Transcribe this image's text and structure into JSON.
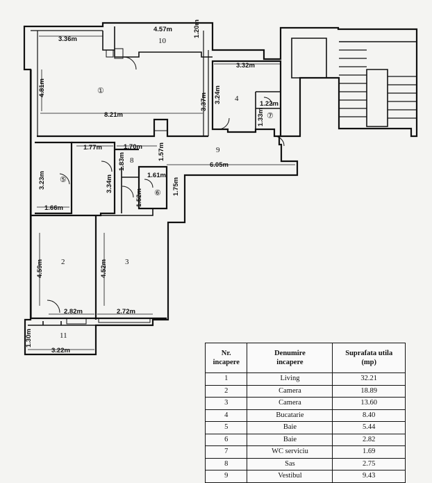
{
  "plan": {
    "rooms": [
      {
        "id": "1",
        "label": "①"
      },
      {
        "id": "2",
        "label": "2"
      },
      {
        "id": "3",
        "label": "3"
      },
      {
        "id": "4",
        "label": "4"
      },
      {
        "id": "5",
        "label": "⑤"
      },
      {
        "id": "6",
        "label": "⑥"
      },
      {
        "id": "7",
        "label": "⑦"
      },
      {
        "id": "8",
        "label": "8"
      },
      {
        "id": "9",
        "label": "9"
      },
      {
        "id": "10",
        "label": "10"
      },
      {
        "id": "11",
        "label": "11"
      }
    ],
    "dimensions": [
      "3.36m",
      "4.57m",
      "1.20m",
      "3.32m",
      "4.81m",
      "8.21m",
      "3.37m",
      "3.24m",
      "1.22m",
      "1.33m",
      "1.77m",
      "1.70m",
      "1.57m",
      "1.83m",
      "6.05m",
      "3.23m",
      "3.34m",
      "1.61m",
      "1.75m",
      "1.52m",
      "1.66m",
      "4.59m",
      "4.52m",
      "2.82m",
      "2.72m",
      "1.30m",
      "3.22m"
    ]
  },
  "legend": {
    "headers": {
      "number": [
        "Nr.",
        "incapere"
      ],
      "name": [
        "Denumire",
        "incapere"
      ],
      "area": [
        "Suprafata utila",
        "(mp)"
      ]
    },
    "rows": [
      {
        "nr": "1",
        "name": "Living",
        "area": "32.21"
      },
      {
        "nr": "2",
        "name": "Camera",
        "area": "18.89"
      },
      {
        "nr": "3",
        "name": "Camera",
        "area": "13.60"
      },
      {
        "nr": "4",
        "name": "Bucatarie",
        "area": "8.40"
      },
      {
        "nr": "5",
        "name": "Baie",
        "area": "5.44"
      },
      {
        "nr": "6",
        "name": "Baie",
        "area": "2.82"
      },
      {
        "nr": "7",
        "name": "WC serviciu",
        "area": "1.69"
      },
      {
        "nr": "8",
        "name": "Sas",
        "area": "2.75"
      },
      {
        "nr": "9",
        "name": "Vestibul",
        "area": "9.43"
      }
    ]
  }
}
